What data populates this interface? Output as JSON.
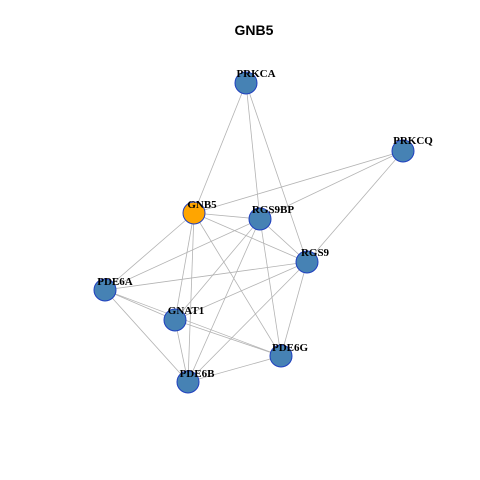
{
  "title": "GNB5",
  "colors": {
    "default_node": "#4682b4",
    "highlight_node": "#ffa500",
    "node_border": "#1f3fbf",
    "edge": "#b3b3b3"
  },
  "nodes": [
    {
      "id": "PRKCA",
      "label": "PRKCA",
      "highlight": false
    },
    {
      "id": "PRKCQ",
      "label": "PRKCQ",
      "highlight": false
    },
    {
      "id": "GNB5",
      "label": "GNB5",
      "highlight": true
    },
    {
      "id": "RGS9BP",
      "label": "RGS9BP",
      "highlight": false
    },
    {
      "id": "RGS9",
      "label": "RGS9",
      "highlight": false
    },
    {
      "id": "PDE6A",
      "label": "PDE6A",
      "highlight": false
    },
    {
      "id": "GNAT1",
      "label": "GNAT1",
      "highlight": false
    },
    {
      "id": "PDE6G",
      "label": "PDE6G",
      "highlight": false
    },
    {
      "id": "PDE6B",
      "label": "PDE6B",
      "highlight": false
    }
  ],
  "edges": [
    [
      "PRKCA",
      "GNB5"
    ],
    [
      "PRKCA",
      "RGS9BP"
    ],
    [
      "PRKCA",
      "RGS9"
    ],
    [
      "PRKCQ",
      "GNB5"
    ],
    [
      "PRKCQ",
      "RGS9BP"
    ],
    [
      "PRKCQ",
      "RGS9"
    ],
    [
      "GNB5",
      "RGS9BP"
    ],
    [
      "GNB5",
      "RGS9"
    ],
    [
      "GNB5",
      "PDE6A"
    ],
    [
      "GNB5",
      "GNAT1"
    ],
    [
      "GNB5",
      "PDE6B"
    ],
    [
      "GNB5",
      "PDE6G"
    ],
    [
      "RGS9BP",
      "RGS9"
    ],
    [
      "RGS9BP",
      "PDE6A"
    ],
    [
      "RGS9BP",
      "GNAT1"
    ],
    [
      "RGS9BP",
      "PDE6B"
    ],
    [
      "RGS9BP",
      "PDE6G"
    ],
    [
      "RGS9",
      "PDE6A"
    ],
    [
      "RGS9",
      "GNAT1"
    ],
    [
      "RGS9",
      "PDE6B"
    ],
    [
      "RGS9",
      "PDE6G"
    ],
    [
      "PDE6A",
      "GNAT1"
    ],
    [
      "PDE6A",
      "PDE6G"
    ],
    [
      "PDE6A",
      "PDE6B"
    ],
    [
      "GNAT1",
      "PDE6G"
    ],
    [
      "GNAT1",
      "PDE6B"
    ],
    [
      "PDE6B",
      "PDE6G"
    ]
  ]
}
